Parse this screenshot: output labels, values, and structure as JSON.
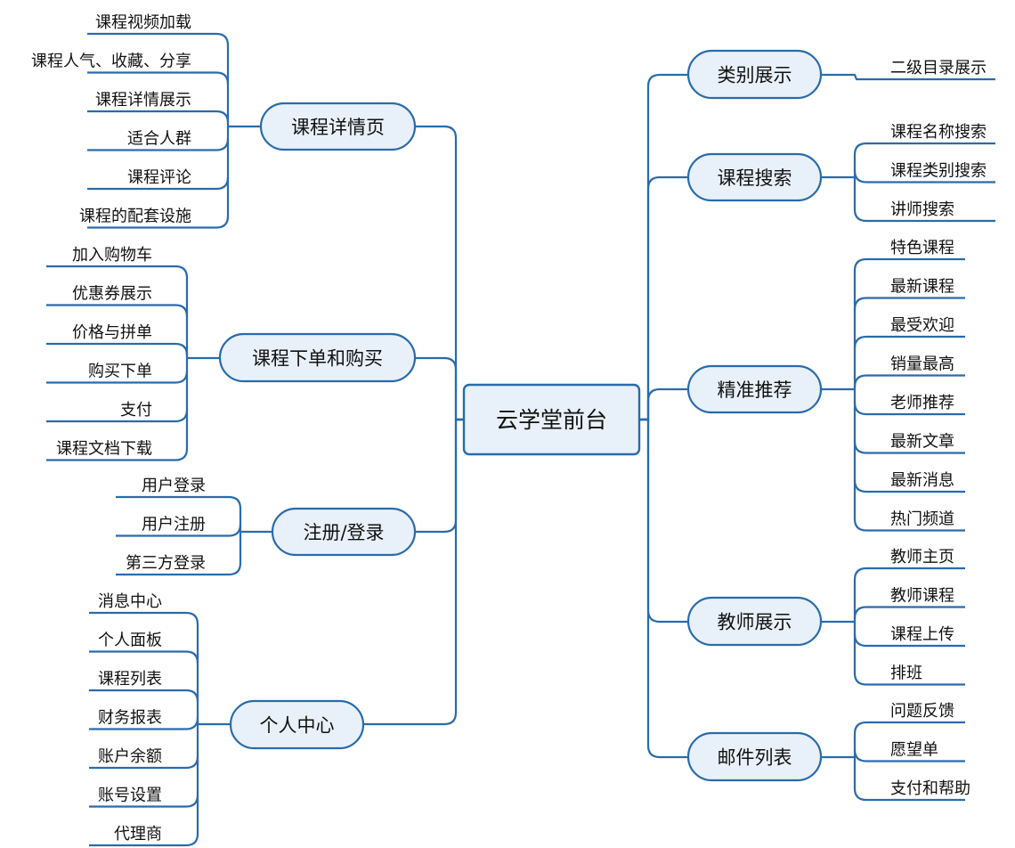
{
  "root": {
    "label": "云学堂前台"
  },
  "branches": [
    {
      "id": "course-detail",
      "label": "课程详情页",
      "side": "left",
      "children": [
        "课程视频加载",
        "课程人气、收藏、分享",
        "课程详情展示",
        "适合人群",
        "课程评论",
        "课程的配套设施"
      ]
    },
    {
      "id": "order-purchase",
      "label": "课程下单和购买",
      "side": "left",
      "children": [
        "加入购物车",
        "优惠券展示",
        "价格与拼单",
        "购买下单",
        "支付",
        "课程文档下载"
      ]
    },
    {
      "id": "register-login",
      "label": "注册/登录",
      "side": "left",
      "children": [
        "用户登录",
        "用户注册",
        "第三方登录"
      ]
    },
    {
      "id": "personal-center",
      "label": "个人中心",
      "side": "left",
      "children": [
        "消息中心",
        "个人面板",
        "课程列表",
        "财务报表",
        "账户余额",
        "账号设置",
        "代理商"
      ]
    },
    {
      "id": "category-display",
      "label": "类别展示",
      "side": "right",
      "children": [
        "二级目录展示"
      ]
    },
    {
      "id": "course-search",
      "label": "课程搜索",
      "side": "right",
      "children": [
        "课程名称搜索",
        "课程类别搜索",
        "讲师搜索"
      ]
    },
    {
      "id": "recommend",
      "label": "精准推荐",
      "side": "right",
      "children": [
        "特色课程",
        "最新课程",
        "最受欢迎",
        "销量最高",
        "老师推荐",
        "最新文章",
        "最新消息",
        "热门频道"
      ]
    },
    {
      "id": "teacher-display",
      "label": "教师展示",
      "side": "right",
      "children": [
        "教师主页",
        "教师课程",
        "课程上传",
        "排班"
      ]
    },
    {
      "id": "mail-list",
      "label": "邮件列表",
      "side": "right",
      "children": [
        "问题反馈",
        "愿望单",
        "支付和帮助"
      ]
    }
  ],
  "colors": {
    "line": "#2a6bab",
    "node_fill": "#e8f1f9",
    "text": "#111111"
  }
}
